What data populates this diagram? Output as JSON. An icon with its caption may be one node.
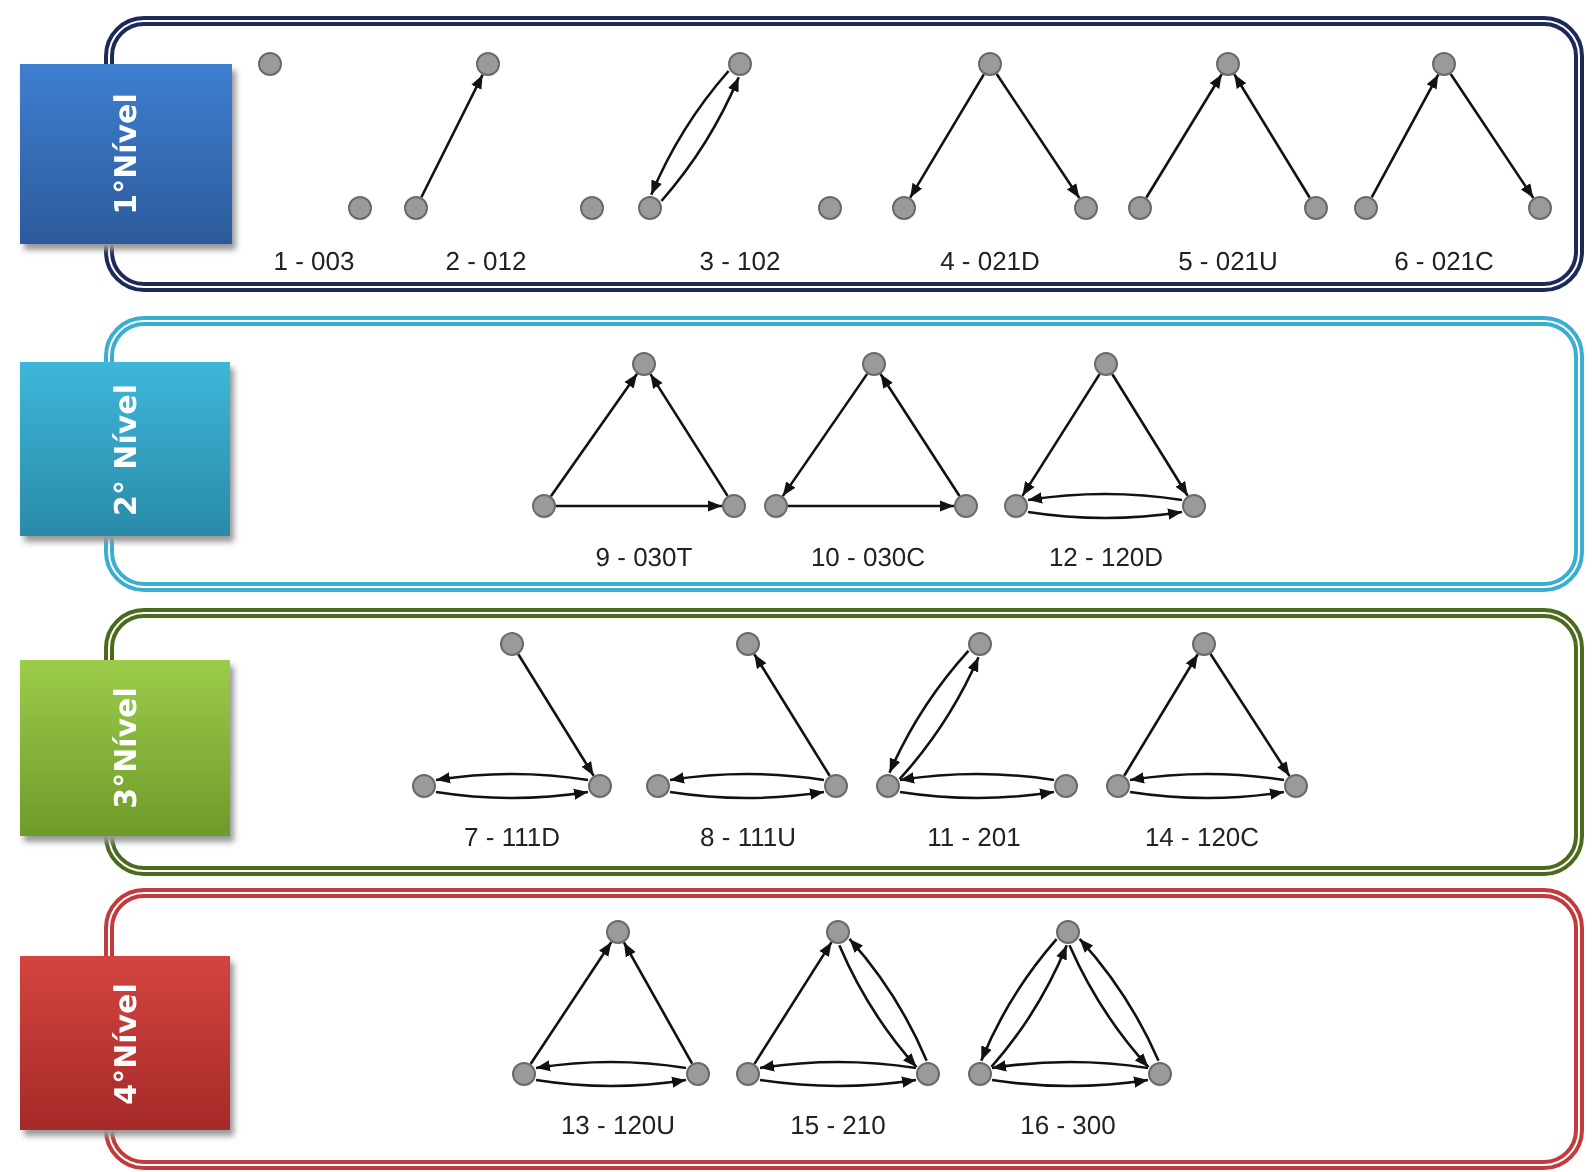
{
  "diagram": {
    "nodes": [
      {
        "text": [],
        "shape": "box"
      },
      {
        "text": [
          "1°Nível"
        ]
      },
      {
        "text": [],
        "shape": "circle",
        "in": 0
      },
      {
        "text": [],
        "shape": "circle",
        "in": 0
      },
      {
        "text": [],
        "shape": "circle",
        "in": 0
      },
      {
        "text": [],
        "shape": "circle",
        "in": 0
      },
      {
        "text": [],
        "shape": "circle",
        "in": 0
      },
      {
        "text": [],
        "shape": "circle",
        "in": 0
      },
      {
        "text": [],
        "shape": "circle",
        "in": 0
      },
      {
        "text": [],
        "shape": "circle",
        "in": 0
      },
      {
        "text": [],
        "shape": "circle",
        "in": 0
      },
      {
        "text": [],
        "shape": "circle",
        "in": 0
      },
      {
        "text": [],
        "shape": "circle",
        "in": 0
      },
      {
        "text": [],
        "shape": "circle",
        "in": 0
      },
      {
        "text": [],
        "shape": "circle",
        "in": 0
      },
      {
        "text": [],
        "shape": "circle",
        "in": 0
      },
      {
        "text": [],
        "shape": "circle",
        "in": 0
      },
      {
        "text": [],
        "shape": "circle",
        "in": 0
      },
      {
        "text": [],
        "shape": "circle",
        "in": 0
      },
      {
        "text": [],
        "shape": "box"
      },
      {
        "text": [
          "2° Nível"
        ]
      },
      {
        "text": [],
        "shape": "circle",
        "in": 19
      },
      {
        "text": [],
        "shape": "circle",
        "in": 19
      },
      {
        "text": [],
        "shape": "circle",
        "in": 19
      },
      {
        "text": [],
        "shape": "circle",
        "in": 19
      },
      {
        "text": [],
        "shape": "circle",
        "in": 19
      },
      {
        "text": [],
        "shape": "circle",
        "in": 19
      },
      {
        "text": [],
        "shape": "circle",
        "in": 19
      },
      {
        "text": [],
        "shape": "circle",
        "in": 19
      },
      {
        "text": [],
        "shape": "circle",
        "in": 19
      },
      {
        "text": [],
        "shape": "box"
      },
      {
        "text": [
          "3°Nível"
        ]
      },
      {
        "text": [],
        "shape": "circle",
        "in": 30
      },
      {
        "text": [],
        "shape": "circle",
        "in": 30
      },
      {
        "text": [],
        "shape": "circle",
        "in": 30
      },
      {
        "text": [],
        "shape": "circle",
        "in": 30
      },
      {
        "text": [],
        "shape": "circle",
        "in": 30
      },
      {
        "text": [],
        "shape": "circle",
        "in": 30
      },
      {
        "text": [],
        "shape": "circle",
        "in": 30
      },
      {
        "text": [],
        "shape": "circle",
        "in": 30
      },
      {
        "text": [],
        "shape": "circle",
        "in": 30
      },
      {
        "text": [],
        "shape": "circle",
        "in": 30
      },
      {
        "text": [],
        "shape": "circle",
        "in": 30
      },
      {
        "text": [],
        "shape": "circle",
        "in": 30
      },
      {
        "text": [],
        "shape": "box"
      },
      {
        "text": [
          "4°Nível"
        ]
      },
      {
        "text": [],
        "shape": "circle",
        "in": 44
      },
      {
        "text": [],
        "shape": "circle",
        "in": 44
      },
      {
        "text": [],
        "shape": "circle",
        "in": 44
      },
      {
        "text": [],
        "shape": "circle",
        "in": 44
      },
      {
        "text": [],
        "shape": "circle",
        "in": 44
      },
      {
        "text": [],
        "shape": "circle",
        "in": 44
      },
      {
        "text": [],
        "shape": "circle",
        "in": 44
      },
      {
        "text": [],
        "shape": "circle",
        "in": 44
      },
      {
        "text": [],
        "shape": "circle",
        "in": 44
      }
    ],
    "edges": [
      {
        "from": 4,
        "to": 5,
        "arrow": "to"
      },
      {
        "from": 7,
        "to": 8,
        "arrow": "to"
      },
      {
        "from": 8,
        "to": 7,
        "arrow": "to"
      },
      {
        "from": 11,
        "to": 10,
        "arrow": "to"
      },
      {
        "from": 11,
        "to": 12,
        "arrow": "to"
      },
      {
        "from": 13,
        "to": 14,
        "arrow": "to"
      },
      {
        "from": 15,
        "to": 14,
        "arrow": "to"
      },
      {
        "from": 16,
        "to": 17,
        "arrow": "to"
      },
      {
        "from": 17,
        "to": 18,
        "arrow": "to"
      },
      {
        "from": 22,
        "to": 21,
        "arrow": "to"
      },
      {
        "from": 23,
        "to": 21,
        "arrow": "to"
      },
      {
        "from": 22,
        "to": 23,
        "arrow": "to"
      },
      {
        "from": 24,
        "to": 25,
        "arrow": "to"
      },
      {
        "from": 26,
        "to": 24,
        "arrow": "to"
      },
      {
        "from": 25,
        "to": 26,
        "arrow": "to"
      },
      {
        "from": 27,
        "to": 28,
        "arrow": "to"
      },
      {
        "from": 27,
        "to": 29,
        "arrow": "to"
      },
      {
        "from": 28,
        "to": 29,
        "arrow": "to"
      },
      {
        "from": 29,
        "to": 28,
        "arrow": "to"
      },
      {
        "from": 32,
        "to": 34,
        "arrow": "to"
      },
      {
        "from": 33,
        "to": 34,
        "arrow": "to"
      },
      {
        "from": 34,
        "to": 33,
        "arrow": "to"
      },
      {
        "from": 37,
        "to": 35,
        "arrow": "to"
      },
      {
        "from": 36,
        "to": 37,
        "arrow": "to"
      },
      {
        "from": 37,
        "to": 36,
        "arrow": "to"
      },
      {
        "from": 39,
        "to": 38,
        "arrow": "to"
      },
      {
        "from": 38,
        "to": 39,
        "arrow": "to"
      },
      {
        "from": 39,
        "to": 40,
        "arrow": "to"
      },
      {
        "from": 40,
        "to": 39,
        "arrow": "to"
      },
      {
        "from": 42,
        "to": 41,
        "arrow": "to"
      },
      {
        "from": 41,
        "to": 43,
        "arrow": "to"
      },
      {
        "from": 42,
        "to": 43,
        "arrow": "to"
      },
      {
        "from": 43,
        "to": 42,
        "arrow": "to"
      },
      {
        "from": 47,
        "to": 46,
        "arrow": "to"
      },
      {
        "from": 48,
        "to": 46,
        "arrow": "to"
      },
      {
        "from": 47,
        "to": 48,
        "arrow": "to"
      },
      {
        "from": 48,
        "to": 47,
        "arrow": "to"
      },
      {
        "from": 50,
        "to": 49,
        "arrow": "to"
      },
      {
        "from": 49,
        "to": 51,
        "arrow": "to"
      },
      {
        "from": 51,
        "to": 49,
        "arrow": "to"
      },
      {
        "from": 50,
        "to": 51,
        "arrow": "to"
      },
      {
        "from": 51,
        "to": 50,
        "arrow": "to"
      },
      {
        "from": 53,
        "to": 52,
        "arrow": "to"
      },
      {
        "from": 52,
        "to": 53,
        "arrow": "to"
      },
      {
        "from": 52,
        "to": 54,
        "arrow": "to"
      },
      {
        "from": 54,
        "to": 52,
        "arrow": "to"
      },
      {
        "from": 53,
        "to": 54,
        "arrow": "to"
      },
      {
        "from": 54,
        "to": 53,
        "arrow": "to"
      }
    ],
    "labels": [
      "1 - 003",
      "2 - 012",
      "3 - 102",
      "4 - 021D",
      "5 - 021U",
      "6 - 021C",
      "9 - 030T",
      "10 - 030C",
      "12 - 120D",
      "7 - 111D",
      "8 - 111U",
      "11 - 201",
      "14 - 120C",
      "13 - 120U",
      "15 - 210",
      "16 - 300"
    ]
  }
}
